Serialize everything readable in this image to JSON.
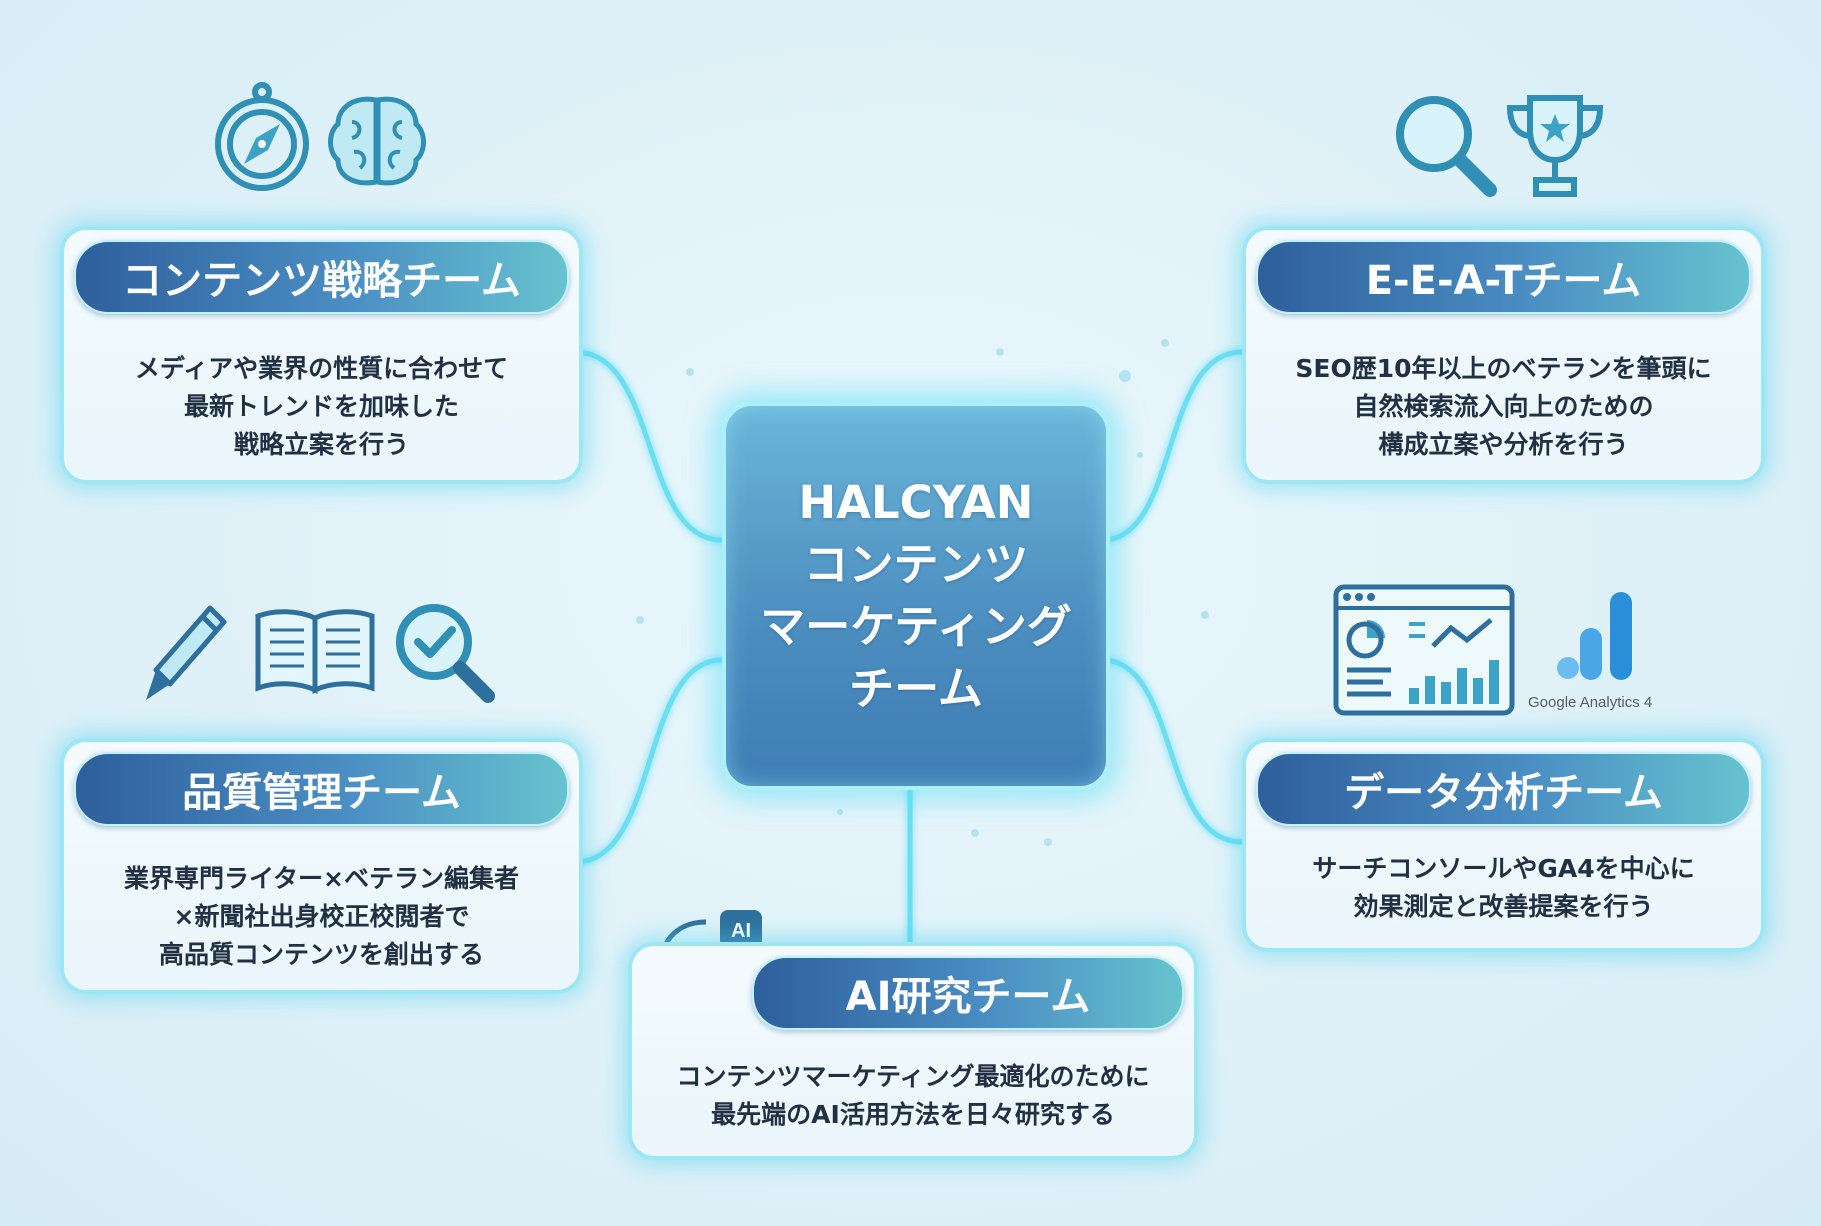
{
  "center": {
    "lines": [
      "HALCYAN",
      "コンテンツ",
      "マーケティング",
      "チーム"
    ]
  },
  "cards": {
    "strategy": {
      "title": "コンテンツ戦略チーム",
      "lines": [
        "メディアや業界の性質に合わせて",
        "最新トレンドを加味した",
        "戦略立案を行う"
      ],
      "icons": [
        "compass-icon",
        "brain-icon"
      ]
    },
    "eeat": {
      "title": "E-E-A-Tチーム",
      "lines": [
        "SEO歴10年以上のベテランを筆頭に",
        "自然検索流入向上のための",
        "構成立案や分析を行う"
      ],
      "icons": [
        "magnifier-icon",
        "trophy-icon"
      ]
    },
    "quality": {
      "title": "品質管理チーム",
      "lines": [
        "業界専門ライター×ベテラン編集者",
        "×新聞社出身校正校閲者で",
        "高品質コンテンツを創出する"
      ],
      "icons": [
        "pen-icon",
        "book-icon",
        "magnifier-check-icon"
      ]
    },
    "data": {
      "title": "データ分析チーム",
      "lines": [
        "サーチコンソールやGA4を中心に",
        "効果測定と改善提案を行う"
      ],
      "icons": [
        "dashboard-icon",
        "google-analytics-logo"
      ],
      "logo_text": "Google Analytics 4"
    },
    "ai": {
      "title": "AI研究チーム",
      "lines": [
        "コンテンツマーケティング最適化のために",
        "最先端のAI活用方法を日々研究する"
      ],
      "icons": [
        "ai-head-icon"
      ]
    }
  },
  "colors": {
    "accent_cyan": "#5fdcf2",
    "title_blue": "#2e5f9c",
    "center_blue": "#4d8fc1",
    "text_dark": "#223044"
  }
}
